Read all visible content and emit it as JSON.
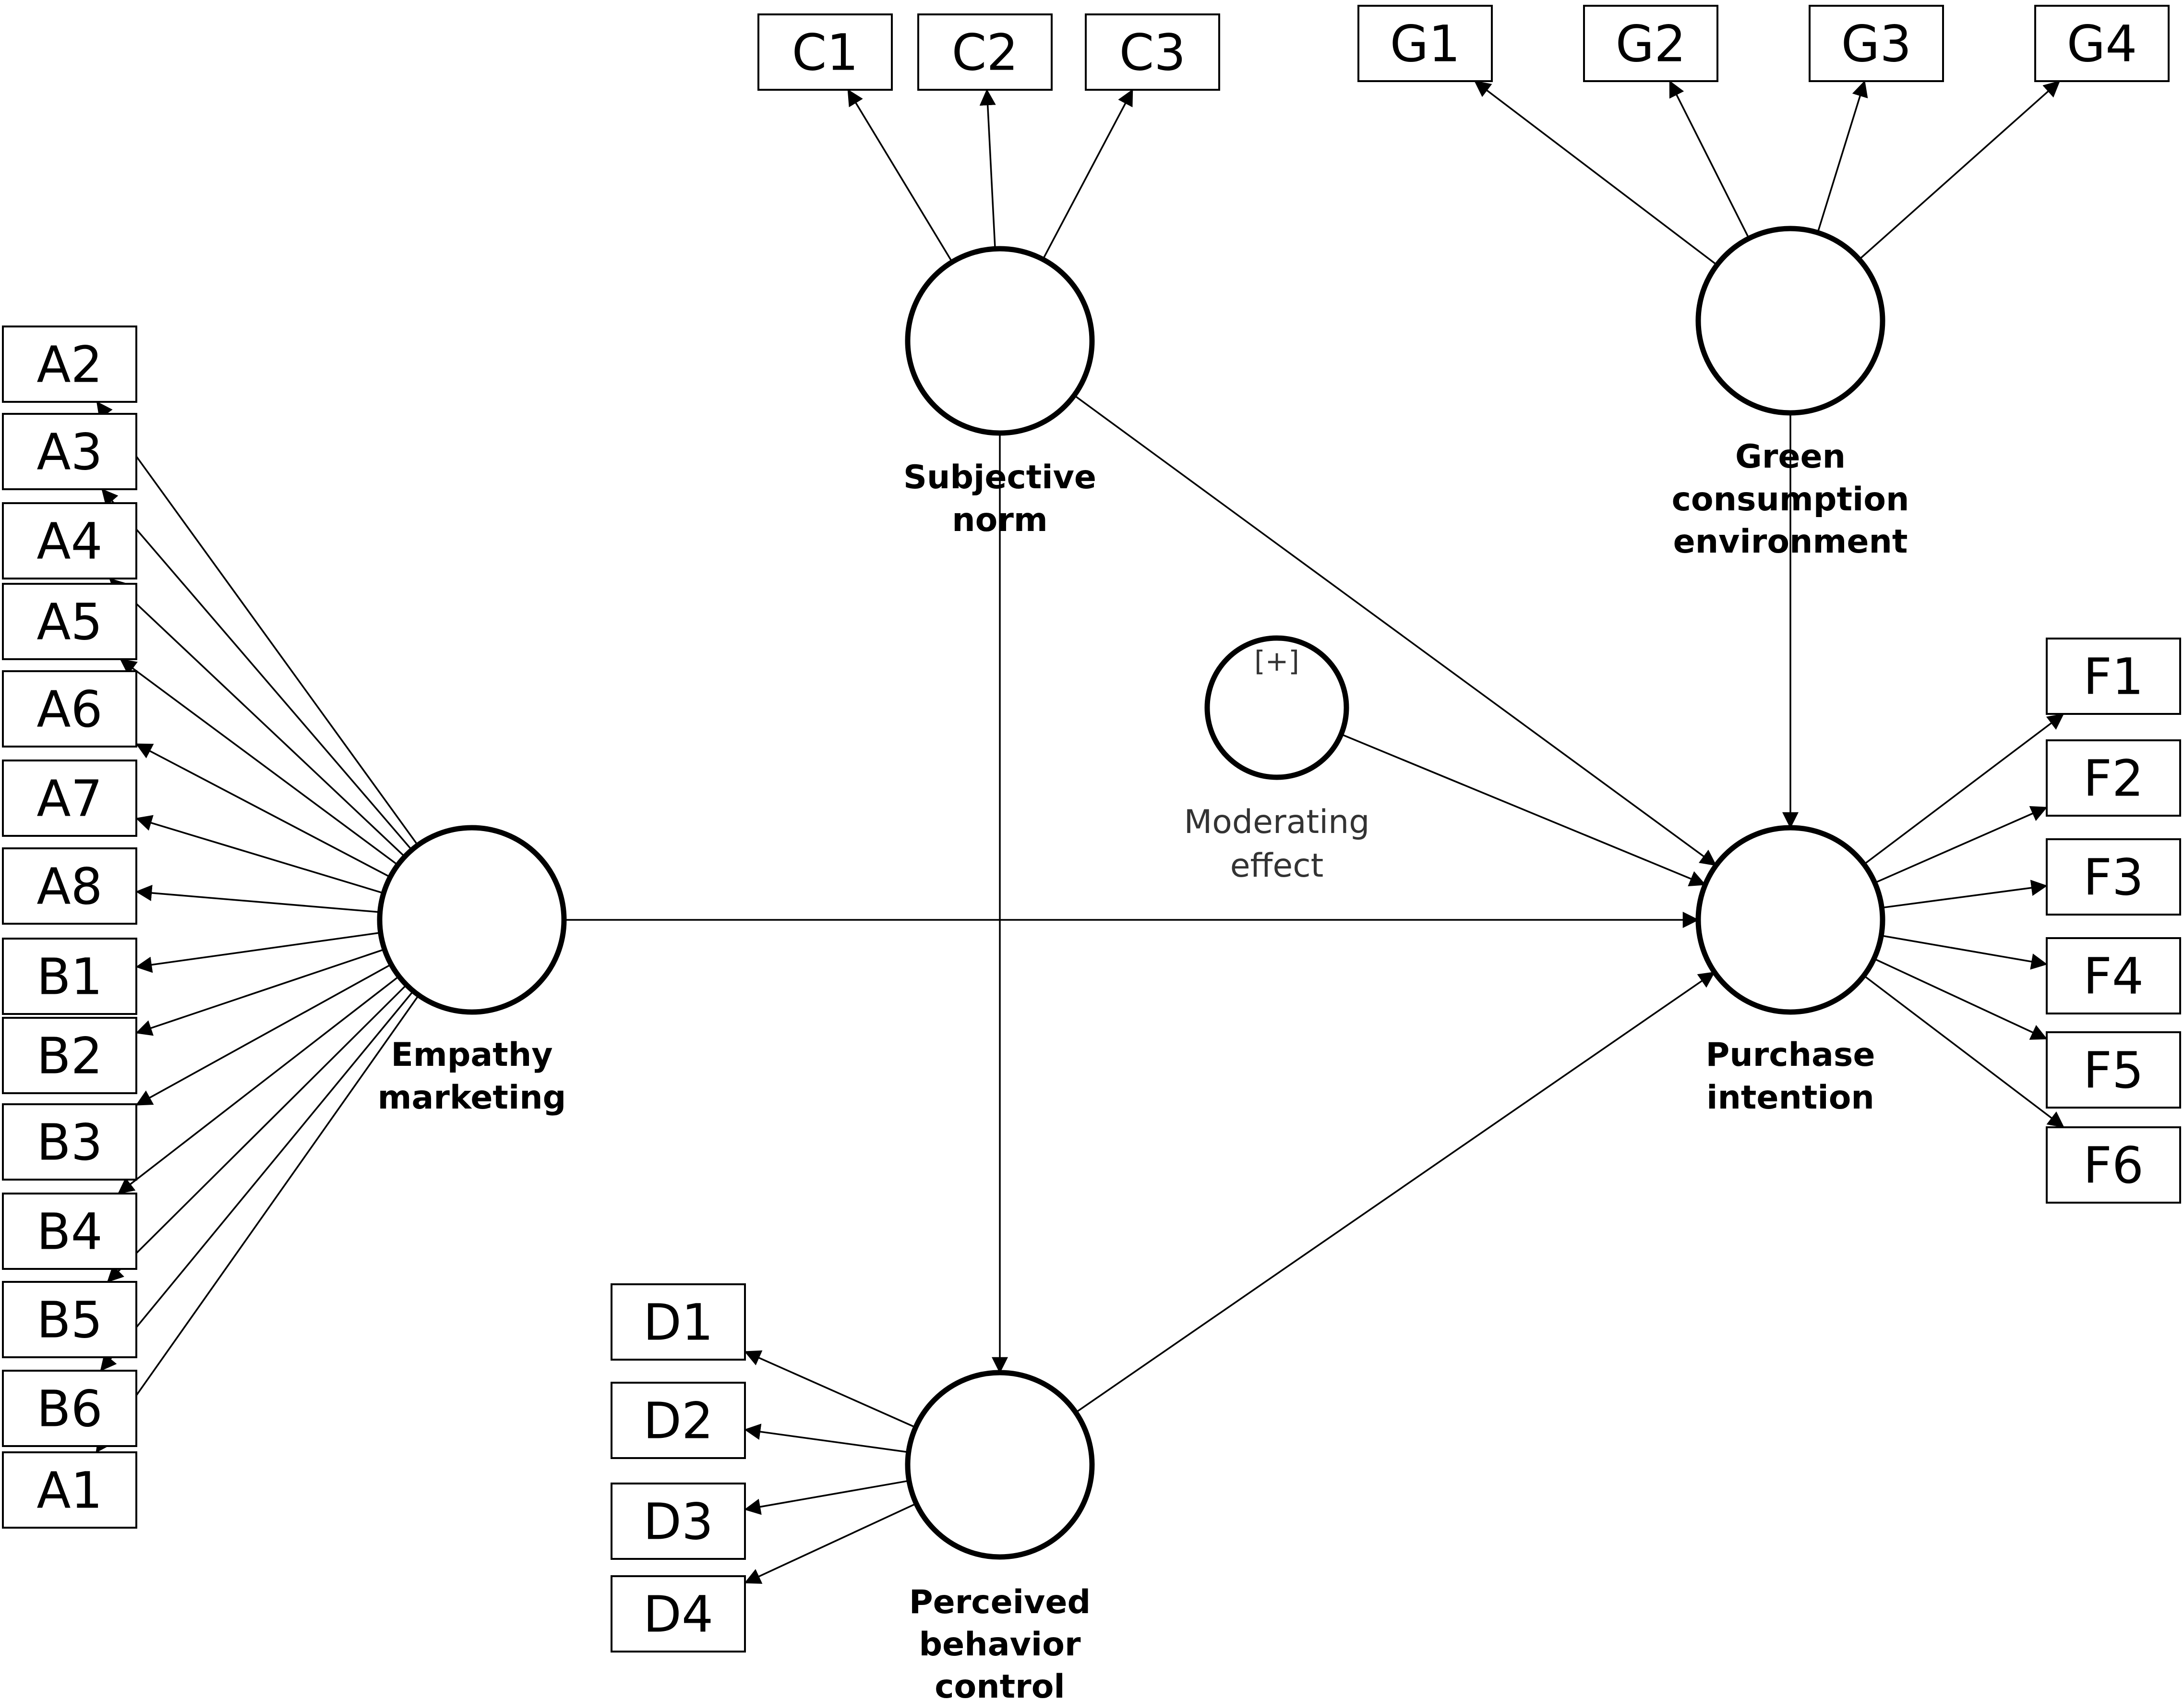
{
  "constructs": {
    "empathy": {
      "label": [
        "Empathy",
        "marketing"
      ]
    },
    "subjective": {
      "label": [
        "Subjective",
        "norm"
      ]
    },
    "green": {
      "label": [
        "Green",
        "consumption",
        "environment"
      ]
    },
    "purchase": {
      "label": [
        "Purchase",
        "intention"
      ]
    },
    "perceived": {
      "label": [
        "Perceived",
        "behavior",
        "control"
      ]
    }
  },
  "moderator": {
    "mark": "[+]",
    "label": [
      "Moderating",
      "effect"
    ]
  },
  "indicators": {
    "empathy": [
      "A2",
      "A3",
      "A4",
      "A5",
      "A6",
      "A7",
      "A8",
      "B1",
      "B2",
      "B3",
      "B4",
      "B5",
      "B6",
      "A1"
    ],
    "subjective": [
      "C1",
      "C2",
      "C3"
    ],
    "green": [
      "G1",
      "G2",
      "G3",
      "G4"
    ],
    "purchase": [
      "F1",
      "F2",
      "F3",
      "F4",
      "F5",
      "F6"
    ],
    "perceived": [
      "D1",
      "D2",
      "D3",
      "D4"
    ]
  },
  "paths": [
    [
      "empathy",
      "purchase"
    ],
    [
      "subjective",
      "purchase"
    ],
    [
      "subjective",
      "perceived"
    ],
    [
      "green",
      "purchase"
    ],
    [
      "perceived",
      "purchase"
    ],
    [
      "moderator",
      "purchase"
    ]
  ]
}
